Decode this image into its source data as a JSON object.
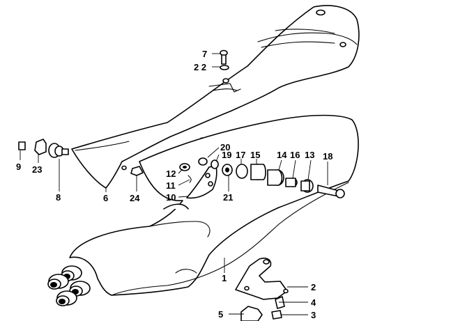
{
  "callouts": [
    {
      "id": "c7",
      "text": "7"
    },
    {
      "id": "c22",
      "text": "2 2"
    },
    {
      "id": "c9",
      "text": "9"
    },
    {
      "id": "c23",
      "text": "23"
    },
    {
      "id": "c8",
      "text": "8"
    },
    {
      "id": "c6",
      "text": "6"
    },
    {
      "id": "c24",
      "text": "24"
    },
    {
      "id": "c20",
      "text": "20"
    },
    {
      "id": "c19",
      "text": "19"
    },
    {
      "id": "c17",
      "text": "17"
    },
    {
      "id": "c15",
      "text": "15"
    },
    {
      "id": "c14",
      "text": "14"
    },
    {
      "id": "c16",
      "text": "16"
    },
    {
      "id": "c13",
      "text": "13"
    },
    {
      "id": "c18",
      "text": "18"
    },
    {
      "id": "c12",
      "text": "12"
    },
    {
      "id": "c11",
      "text": "11"
    },
    {
      "id": "c10",
      "text": "10"
    },
    {
      "id": "c21",
      "text": "21"
    },
    {
      "id": "c1",
      "text": "1"
    },
    {
      "id": "c2",
      "text": "2"
    },
    {
      "id": "c4",
      "text": "4"
    },
    {
      "id": "c5",
      "text": "5"
    },
    {
      "id": "c3",
      "text": "3"
    }
  ]
}
